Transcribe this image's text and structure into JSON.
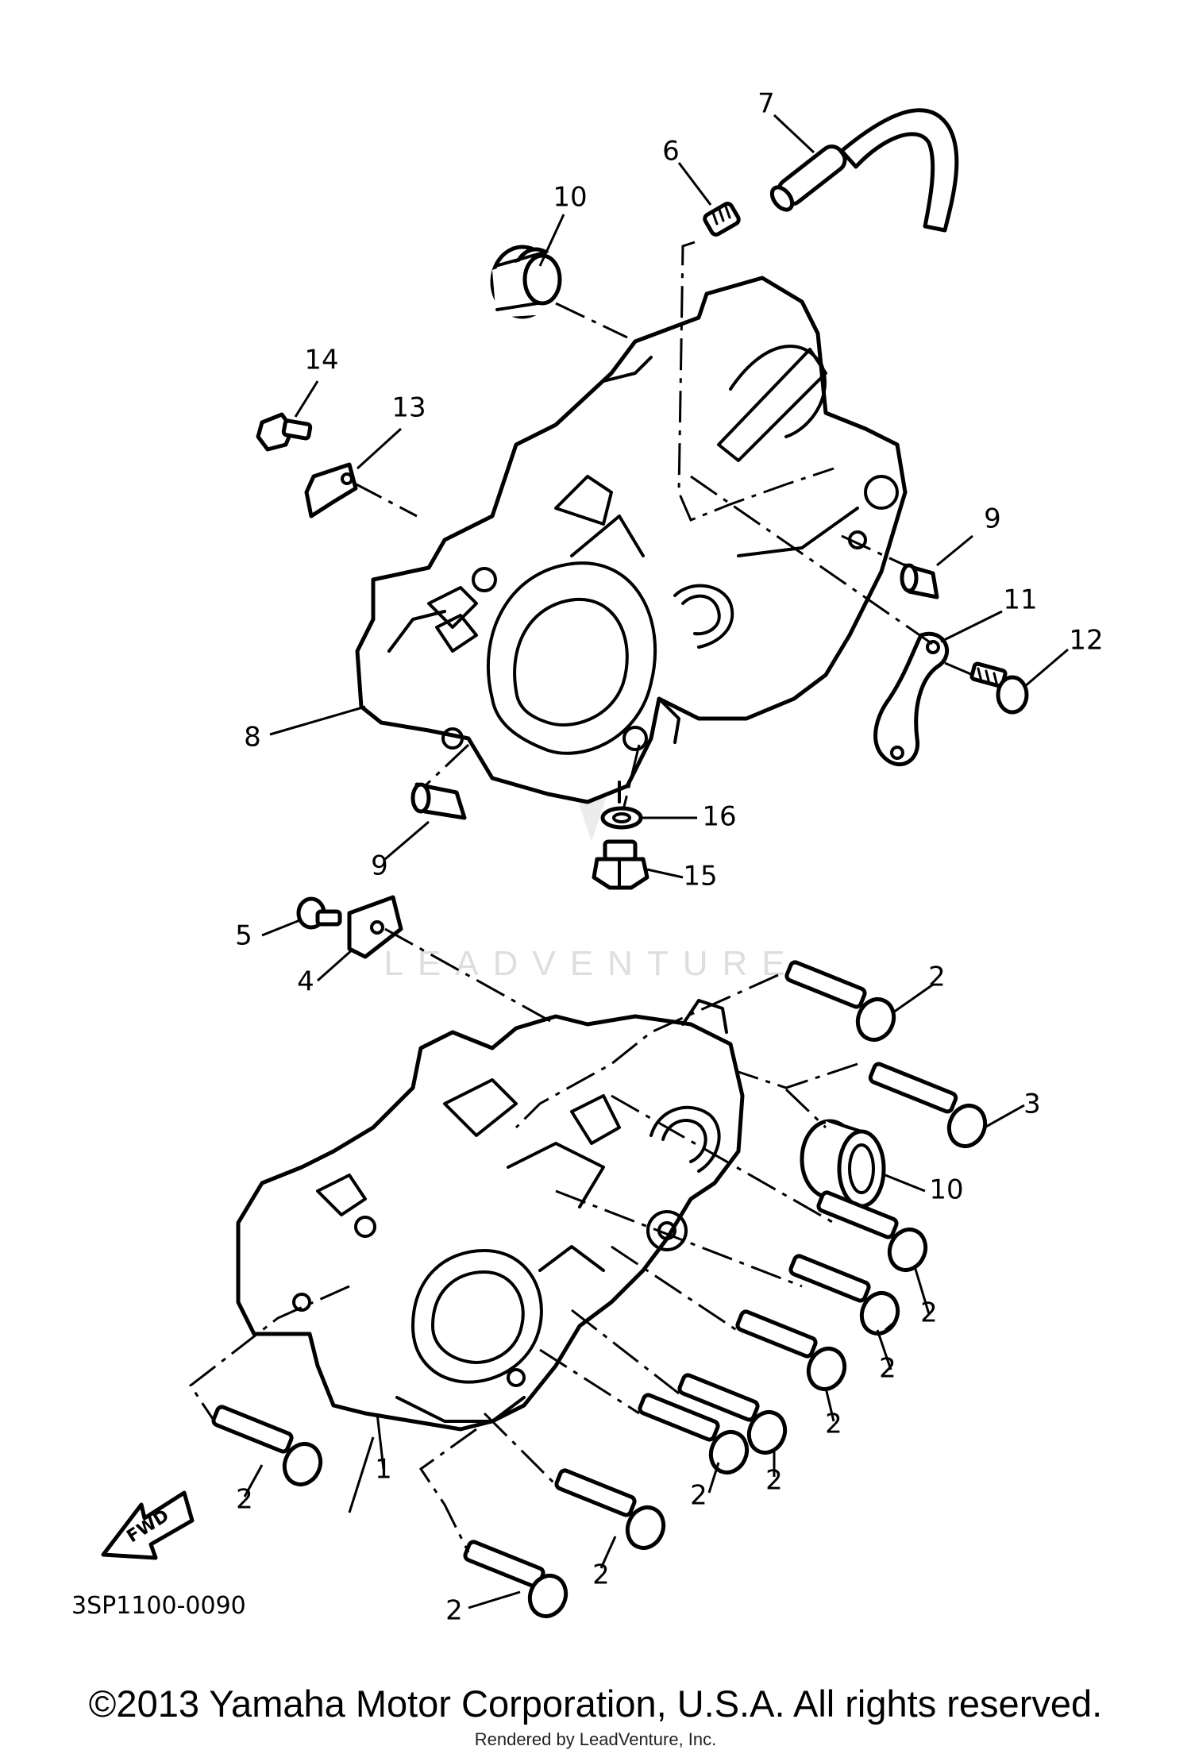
{
  "diagram": {
    "part_code": "3SP1100-0090",
    "fwd_label": "FWD",
    "watermark": "LEADVENTURE",
    "callouts": [
      "7",
      "6",
      "10",
      "14",
      "13",
      "9",
      "11",
      "12",
      "8",
      "16",
      "9",
      "15",
      "5",
      "2",
      "4",
      "3",
      "10",
      "2",
      "2",
      "2",
      "2",
      "2",
      "1",
      "2",
      "2",
      "2",
      "2",
      "2"
    ]
  },
  "footer": {
    "copyright": "©2013 Yamaha Motor Corporation, U.S.A. All rights reserved.",
    "rendered_by": "Rendered by LeadVenture, Inc."
  }
}
